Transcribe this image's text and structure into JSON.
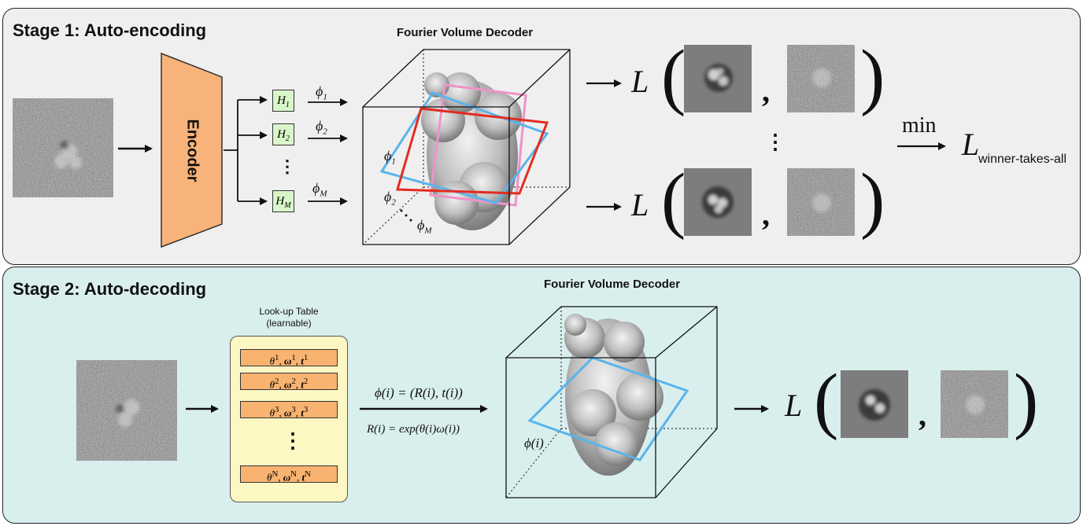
{
  "stage1": {
    "title": "Stage 1: Auto-encoding",
    "decoder_title": "Fourier Volume Decoder",
    "encoder_label": "Encoder",
    "heads": [
      "H1",
      "H2",
      "HM"
    ],
    "head_base": "H",
    "head_subs": [
      "1",
      "2",
      "M"
    ],
    "phi_base": "ϕ",
    "phi_subs": [
      "1",
      "2",
      "M"
    ],
    "loss_symbol": "L",
    "min_label": "min",
    "wta_symbol": "L",
    "wta_subscript": "winner-takes-all",
    "vdots": "⋮"
  },
  "stage2": {
    "title": "Stage 2: Auto-decoding",
    "decoder_title": "Fourier Volume Decoder",
    "lut_title_line1": "Look-up Table",
    "lut_title_line2": "(learnable)",
    "lut_rows": [
      "θ(1), ω(1), t(1)",
      "θ(2), ω(2), t(2)",
      "θ(3), ω(3), t(3)",
      "θ(N), ω(N), t(N)"
    ],
    "lut_indices": [
      "1",
      "2",
      "3",
      "N"
    ],
    "pose_eq": "ϕ(i) = (R(i), t(i))",
    "rot_eq": "R(i) = exp(θ(i)ω(i))",
    "phi_label": "ϕ(i)",
    "loss_symbol": "L",
    "vdots": "⋮"
  },
  "colors": {
    "stage1_bg": "#efefef",
    "stage2_bg": "#d9efee",
    "encoder": "#f8b37a",
    "head_box": "#d9f6c9",
    "lut_bg": "#fdf7c4",
    "lut_row": "#f8b370",
    "plane_red": "#e32c1f",
    "plane_blue": "#5ab4ea",
    "plane_pink": "#ee93c8"
  }
}
